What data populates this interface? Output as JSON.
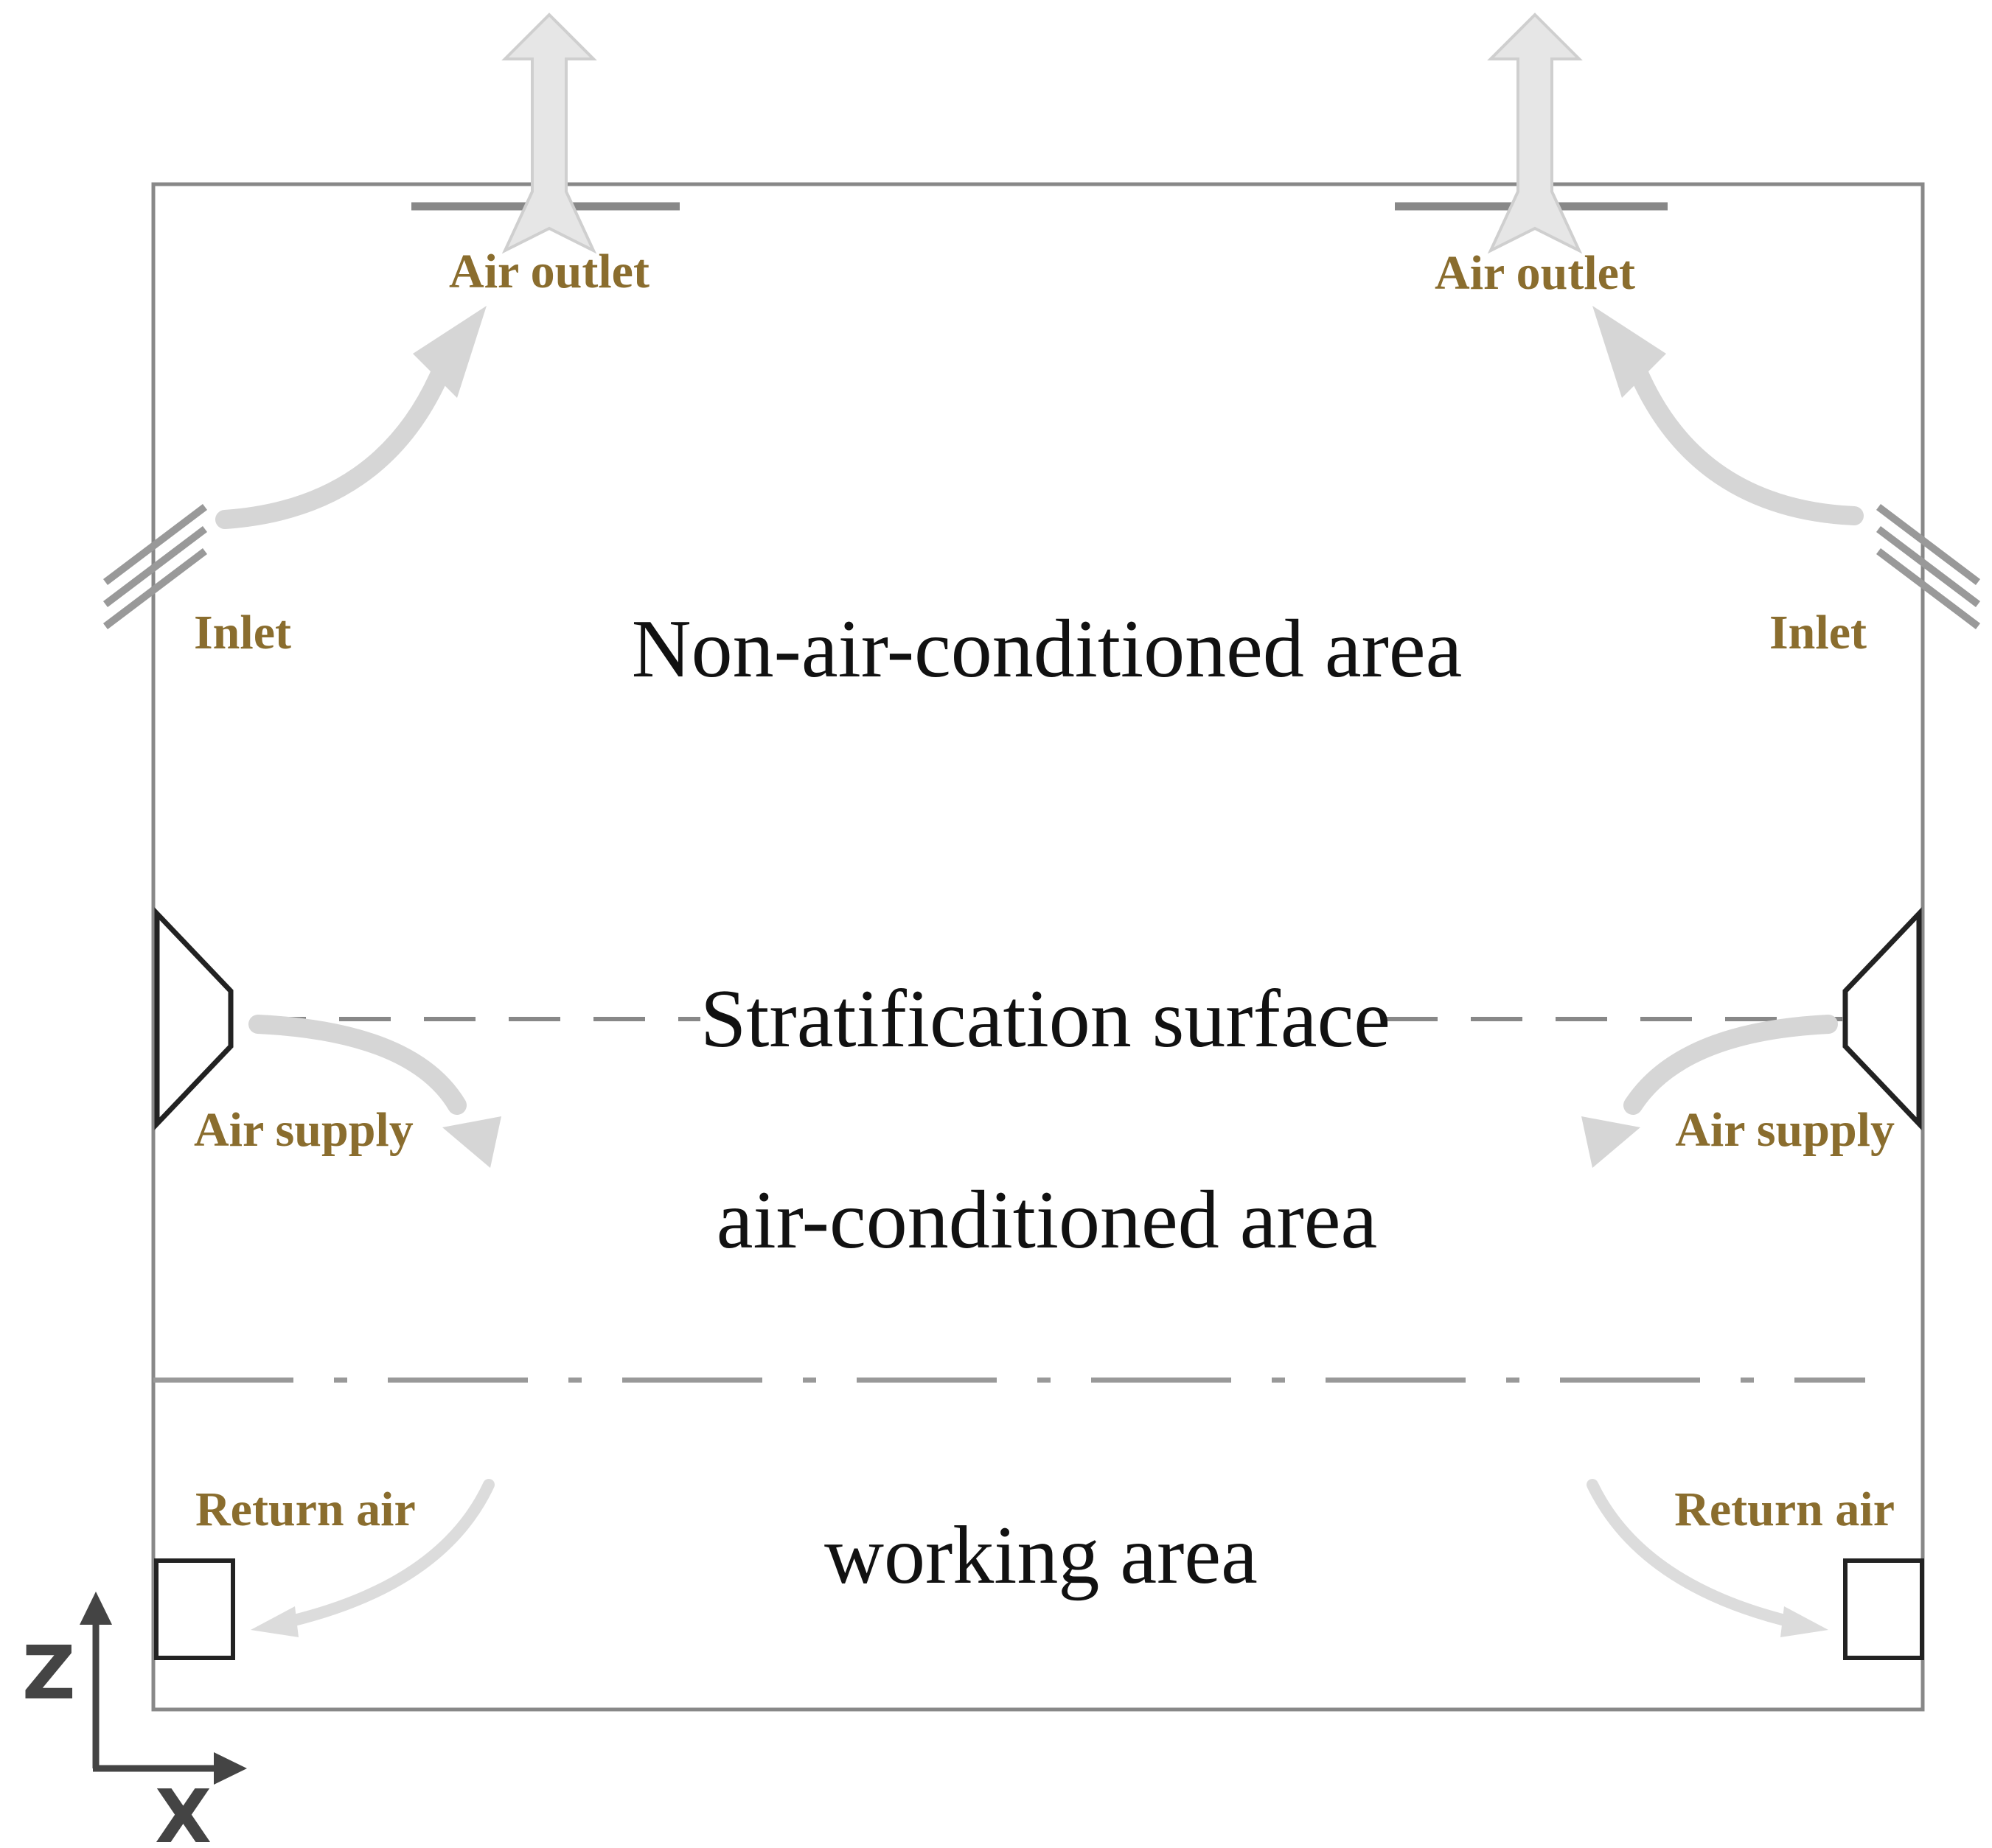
{
  "colors": {
    "label": "#8a6d2e",
    "arrow": "#d6d6d6",
    "wall": "#888888",
    "device": "#222222",
    "text": "#111111",
    "axis": "#444444"
  },
  "labels": {
    "air_outlet_left": "Air outlet",
    "air_outlet_right": "Air outlet",
    "inlet_left": "Inlet",
    "inlet_right": "Inlet",
    "air_supply_left": "Air supply",
    "air_supply_right": "Air supply",
    "return_air_left": "Return air",
    "return_air_right": "Return air"
  },
  "areas": {
    "non_air_conditioned": "Non-air-conditioned area",
    "stratification": "Stratification surface",
    "air_conditioned": "air-conditioned area",
    "working": "working area"
  },
  "axes": {
    "vertical": "Z",
    "horizontal": "X"
  }
}
